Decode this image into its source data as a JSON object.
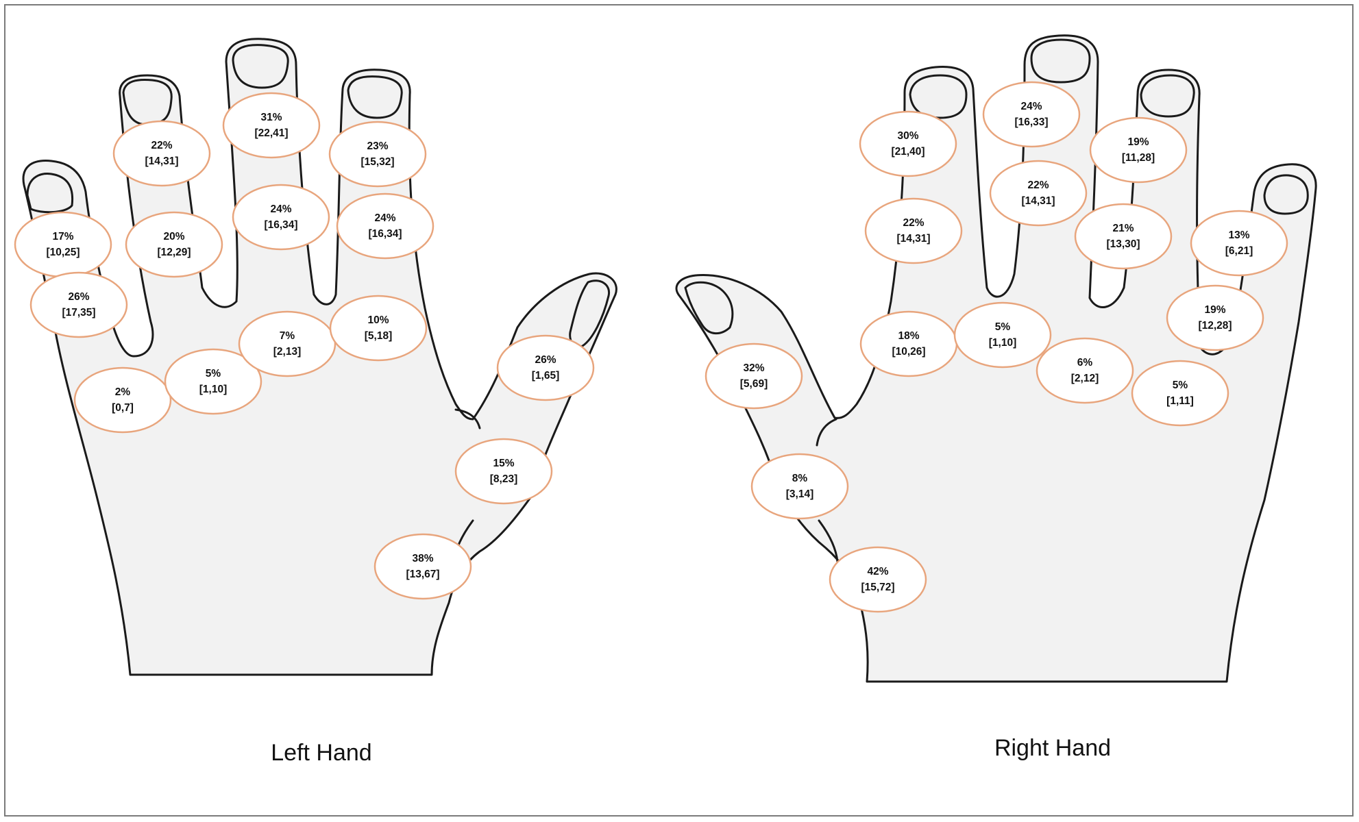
{
  "labels": {
    "left_hand": "Left Hand",
    "right_hand": "Right Hand"
  },
  "colors": {
    "ellipse_stroke": "#e8a57d",
    "hand_fill": "#f2f2f2",
    "outline": "#1a1a1a",
    "frame": "#7a7a7a"
  },
  "left_hand": {
    "joints": [
      {
        "id": "little-tip",
        "percent": "17%",
        "ci": "[10,25]"
      },
      {
        "id": "little-pip",
        "percent": "26%",
        "ci": "[17,35]"
      },
      {
        "id": "little-mcp",
        "percent": "2%",
        "ci": "[0,7]"
      },
      {
        "id": "ring-dip",
        "percent": "22%",
        "ci": "[14,31]"
      },
      {
        "id": "ring-pip",
        "percent": "20%",
        "ci": "[12,29]"
      },
      {
        "id": "ring-mcp",
        "percent": "5%",
        "ci": "[1,10]"
      },
      {
        "id": "middle-dip",
        "percent": "31%",
        "ci": "[22,41]"
      },
      {
        "id": "middle-pip",
        "percent": "24%",
        "ci": "[16,34]"
      },
      {
        "id": "middle-mcp",
        "percent": "7%",
        "ci": "[2,13]"
      },
      {
        "id": "index-dip",
        "percent": "23%",
        "ci": "[15,32]"
      },
      {
        "id": "index-pip",
        "percent": "24%",
        "ci": "[16,34]"
      },
      {
        "id": "index-mcp",
        "percent": "10%",
        "ci": "[5,18]"
      },
      {
        "id": "thumb-ip",
        "percent": "26%",
        "ci": "[1,65]"
      },
      {
        "id": "thumb-mcp",
        "percent": "15%",
        "ci": "[8,23]"
      },
      {
        "id": "thumb-cmc",
        "percent": "38%",
        "ci": "[13,67]"
      }
    ]
  },
  "right_hand": {
    "joints": [
      {
        "id": "index-dip",
        "percent": "30%",
        "ci": "[21,40]"
      },
      {
        "id": "index-pip",
        "percent": "22%",
        "ci": "[14,31]"
      },
      {
        "id": "index-mcp",
        "percent": "18%",
        "ci": "[10,26]"
      },
      {
        "id": "middle-dip",
        "percent": "24%",
        "ci": "[16,33]"
      },
      {
        "id": "middle-pip",
        "percent": "22%",
        "ci": "[14,31]"
      },
      {
        "id": "middle-mcp",
        "percent": "5%",
        "ci": "[1,10]"
      },
      {
        "id": "ring-dip",
        "percent": "19%",
        "ci": "[11,28]"
      },
      {
        "id": "ring-pip",
        "percent": "21%",
        "ci": "[13,30]"
      },
      {
        "id": "ring-mcp",
        "percent": "6%",
        "ci": "[2,12]"
      },
      {
        "id": "little-tip",
        "percent": "13%",
        "ci": "[6,21]"
      },
      {
        "id": "little-pip",
        "percent": "19%",
        "ci": "[12,28]"
      },
      {
        "id": "little-mcp",
        "percent": "5%",
        "ci": "[1,11]"
      },
      {
        "id": "thumb-ip",
        "percent": "32%",
        "ci": "[5,69]"
      },
      {
        "id": "thumb-mcp",
        "percent": "8%",
        "ci": "[3,14]"
      },
      {
        "id": "thumb-cmc",
        "percent": "42%",
        "ci": "[15,72]"
      }
    ]
  }
}
